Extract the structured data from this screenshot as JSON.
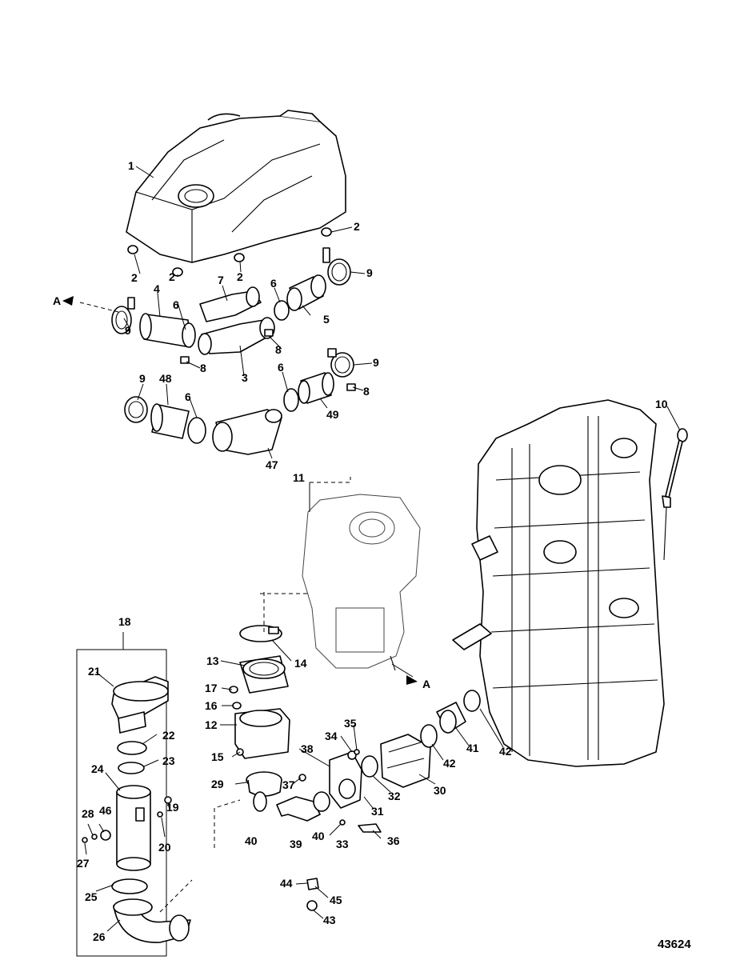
{
  "figure_id": "43624",
  "callouts": {
    "c1": "1",
    "c2a": "2",
    "c2b": "2",
    "c2c": "2",
    "c2d": "2",
    "c3": "3",
    "c4": "4",
    "c5": "5",
    "c6a": "6",
    "c6b": "6",
    "c6c": "6",
    "c6d": "6",
    "c7": "7",
    "c8a": "8",
    "c8b": "8",
    "c8c": "8",
    "c9a": "9",
    "c9b": "9",
    "c9c": "9",
    "c9d": "9",
    "c10": "10",
    "c11": "11",
    "c12": "12",
    "c13": "13",
    "c14": "14",
    "c15": "15",
    "c16": "16",
    "c17": "17",
    "c18": "18",
    "c19": "19",
    "c20": "20",
    "c21": "21",
    "c22": "22",
    "c23": "23",
    "c24": "24",
    "c25": "25",
    "c26": "26",
    "c27": "27",
    "c28": "28",
    "c29": "29",
    "c30": "30",
    "c31": "31",
    "c32": "32",
    "c33": "33",
    "c34": "34",
    "c35": "35",
    "c36": "36",
    "c37": "37",
    "c38": "38",
    "c39": "39",
    "c40a": "40",
    "c40b": "40",
    "c41": "41",
    "c42a": "42",
    "c42b": "42",
    "c43": "43",
    "c44": "44",
    "c45": "45",
    "c46": "46",
    "c47": "47",
    "c48": "48",
    "c49": "49"
  },
  "arrows": {
    "a_left": "A",
    "a_right": "A"
  }
}
